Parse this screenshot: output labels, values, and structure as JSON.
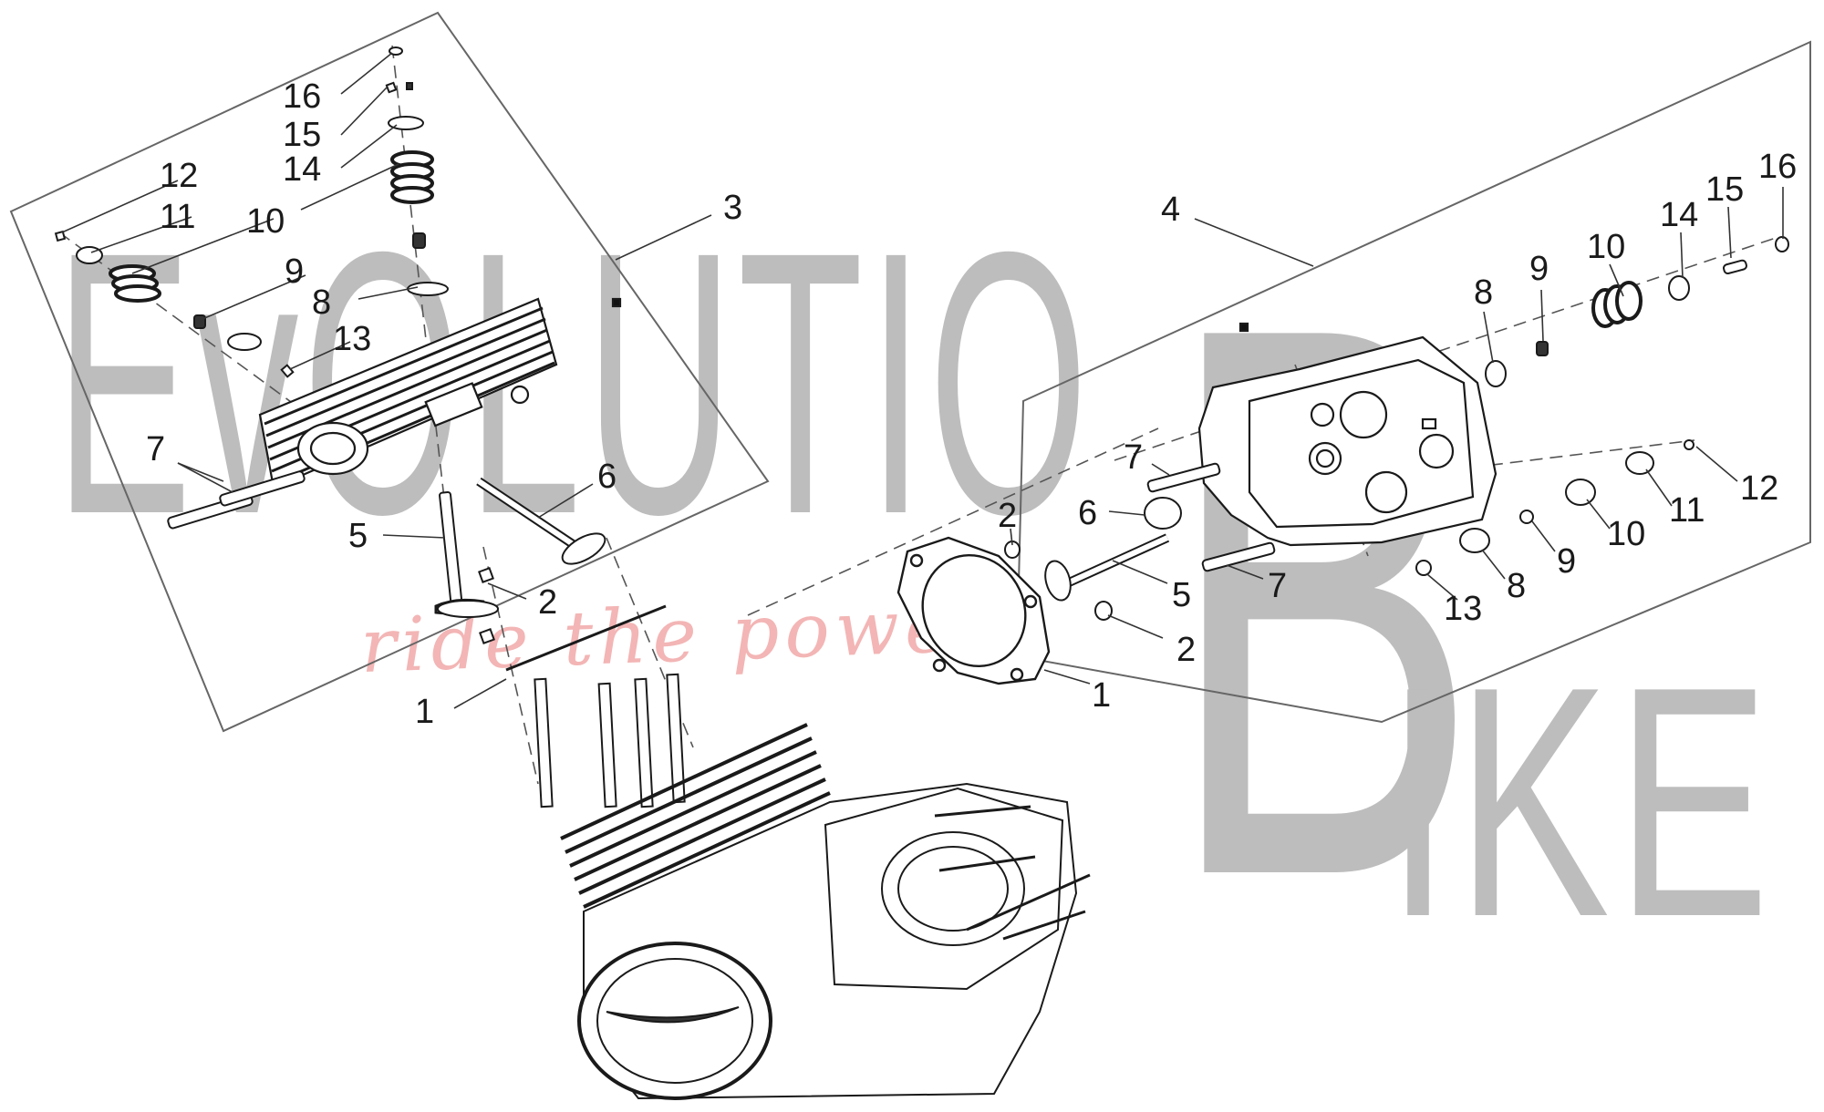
{
  "watermark": {
    "brand_main": "EvOLUTIO",
    "brand_letter": "B",
    "brand_end": "IKE",
    "tagline": "ride the power",
    "colors": {
      "letters": "#bdbdbd",
      "tagline": "#f3b5b5"
    }
  },
  "left_head_callouts": {
    "c16": "16",
    "c15": "15",
    "c14": "14",
    "c12": "12",
    "c11": "11",
    "c10": "10",
    "c9": "9",
    "c8": "8",
    "c13": "13",
    "c3": "3",
    "c7": "7",
    "c6": "6",
    "c5": "5",
    "c2": "2",
    "c1": "1"
  },
  "right_head_callouts": {
    "c4": "4",
    "c16": "16",
    "c15": "15",
    "c14": "14",
    "c10": "10",
    "c9": "9",
    "c8": "8",
    "c7": "7",
    "c6": "6",
    "c2a": "2",
    "c5": "5",
    "c7b": "7",
    "c2b": "2",
    "c1": "1",
    "c12": "12",
    "c11": "11",
    "c10b": "10",
    "c9b": "9",
    "c8b": "8",
    "c13": "13"
  },
  "icons": [
    "cylinder-head-icon",
    "valve-spring-icon",
    "valve-icon",
    "head-gasket-icon",
    "engine-block-icon"
  ]
}
